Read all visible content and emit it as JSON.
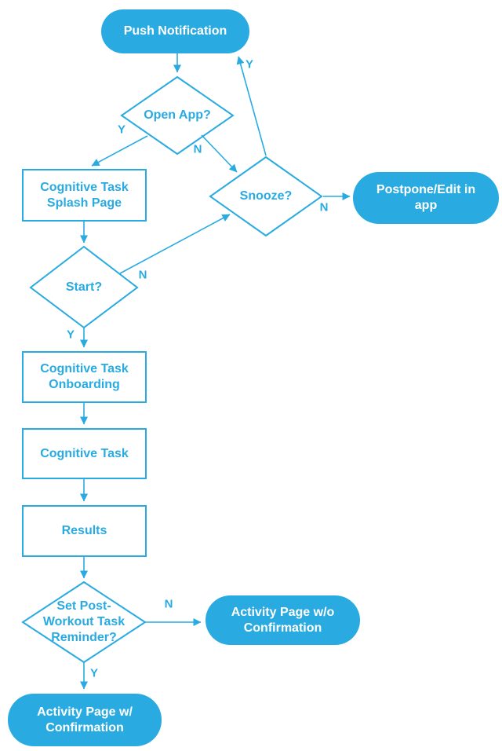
{
  "colors": {
    "accent": "#29ABE2",
    "shape_fill": "#FFFFFF",
    "pill_text": "#FFFFFF",
    "background": "#FFFFFF"
  },
  "nodes": {
    "push_notification": {
      "type": "terminal-pill",
      "label": "Push Notification"
    },
    "open_app": {
      "type": "decision",
      "label": "Open App?"
    },
    "splash_page": {
      "type": "process",
      "label": "Cognitive Task\nSplash Page"
    },
    "snooze": {
      "type": "decision",
      "label": "Snooze?"
    },
    "postpone": {
      "type": "terminal-pill",
      "label": "Postpone/Edit in\napp"
    },
    "start": {
      "type": "decision",
      "label": "Start?"
    },
    "onboarding": {
      "type": "process",
      "label": "Cognitive Task\nOnboarding"
    },
    "cognitive_task": {
      "type": "process",
      "label": "Cognitive Task"
    },
    "results": {
      "type": "process",
      "label": "Results"
    },
    "reminder": {
      "type": "decision",
      "label": "Set Post-\nWorkout Task\nReminder?"
    },
    "activity_without": {
      "type": "terminal-pill",
      "label": "Activity Page w/o\nConfirmation"
    },
    "activity_with": {
      "type": "terminal-pill",
      "label": "Activity Page w/\nConfirmation"
    }
  },
  "decision_labels": {
    "yes": "Y",
    "no": "N"
  },
  "edges": [
    {
      "from": "push_notification",
      "to": "open_app",
      "label": ""
    },
    {
      "from": "open_app",
      "to": "splash_page",
      "label": "Y"
    },
    {
      "from": "open_app",
      "to": "snooze",
      "label": "N"
    },
    {
      "from": "snooze",
      "to": "push_notification",
      "label": "Y"
    },
    {
      "from": "snooze",
      "to": "postpone",
      "label": "N"
    },
    {
      "from": "splash_page",
      "to": "start",
      "label": ""
    },
    {
      "from": "start",
      "to": "snooze",
      "label": "N"
    },
    {
      "from": "start",
      "to": "onboarding",
      "label": "Y"
    },
    {
      "from": "onboarding",
      "to": "cognitive_task",
      "label": ""
    },
    {
      "from": "cognitive_task",
      "to": "results",
      "label": ""
    },
    {
      "from": "results",
      "to": "reminder",
      "label": ""
    },
    {
      "from": "reminder",
      "to": "activity_without",
      "label": "N"
    },
    {
      "from": "reminder",
      "to": "activity_with",
      "label": "Y"
    }
  ]
}
